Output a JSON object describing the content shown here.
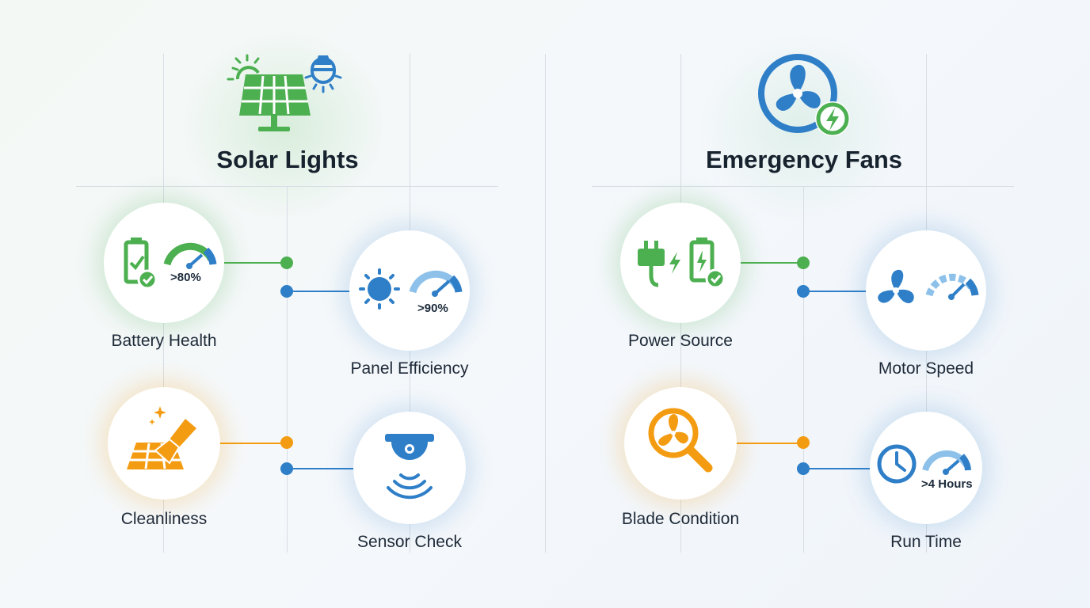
{
  "colors": {
    "green": "#4caf50",
    "blue": "#2f7fc8",
    "orange": "#f39c12",
    "line": "#d7dde4"
  },
  "solar": {
    "title": "Solar Lights",
    "header_icon": "solar-panel-sun-bulb-icon",
    "battery_health": {
      "label": "Battery Health",
      "value": ">80%",
      "icon": "battery-check-icon"
    },
    "panel_efficiency": {
      "label": "Panel Efficiency",
      "value": ">90%",
      "icon": "sun-icon"
    },
    "cleanliness": {
      "label": "Cleanliness",
      "icon": "brush-panel-icon"
    },
    "sensor_check": {
      "label": "Sensor Check",
      "icon": "motion-sensor-icon"
    }
  },
  "fans": {
    "title": "Emergency Fans",
    "header_icon": "fan-power-icon",
    "power_source": {
      "label": "Power Source",
      "icon": "plug-battery-icon"
    },
    "motor_speed": {
      "label": "Motor Speed",
      "icon": "fan-gauge-icon"
    },
    "blade_condition": {
      "label": "Blade Condition",
      "icon": "fan-magnifier-icon"
    },
    "run_time": {
      "label": "Run Time",
      "value": ">4 Hours",
      "icon": "clock-gauge-icon"
    }
  }
}
